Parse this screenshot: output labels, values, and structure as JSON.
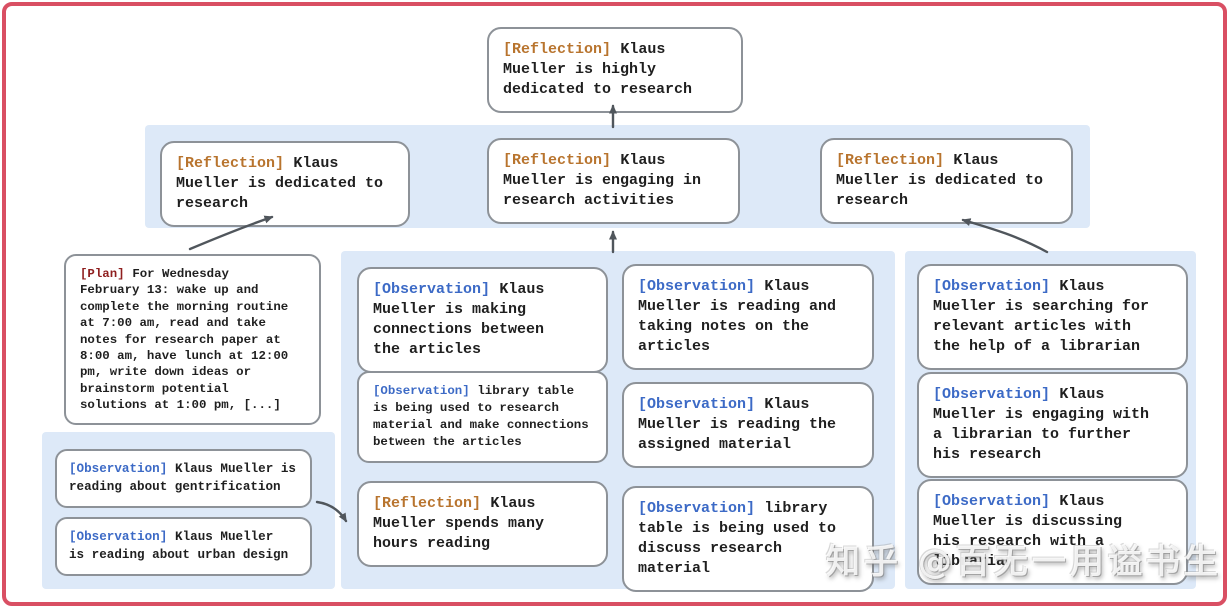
{
  "colors": {
    "frame_red": "#d94f63",
    "panel_blue": "#dde9f8",
    "box_border": "#8d9298",
    "reflection_tag": "#b8742e",
    "observation_tag": "#3c6ac6",
    "plan_tag": "#8f1f1f",
    "arrow": "#50565c",
    "body_text": "#1f1f1f"
  },
  "watermark": "知乎 @百无一用谥书生",
  "nodes": {
    "root": {
      "tag": "[Reflection]",
      "text": "Klaus\nMueller is highly\ndedicated to research"
    },
    "level2": [
      {
        "tag": "[Reflection]",
        "text": "Klaus\nMueller is dedicated to\nresearch"
      },
      {
        "tag": "[Reflection]",
        "text": "Klaus\nMueller is engaging in\nresearch activities"
      },
      {
        "tag": "[Reflection]",
        "text": "Klaus\nMueller is dedicated to\nresearch"
      }
    ],
    "plan": {
      "tag": "[Plan]",
      "text": "For Wednesday\nFebruary 13: wake up and\ncomplete the morning routine\nat 7:00 am, read and take\nnotes for research paper at\n8:00 am, have lunch at 12:00\npm, write down ideas or\nbrainstorm potential\nsolutions at 1:00 pm, [...]"
    },
    "left": [
      {
        "tag": "[Observation]",
        "text": "Klaus Mueller is\nreading about gentrification"
      },
      {
        "tag": "[Observation]",
        "text": "Klaus Mueller\nis reading about urban design"
      }
    ],
    "mid_col1": [
      {
        "tag": "[Observation]",
        "text": "Klaus\nMueller is making\nconnections between\nthe articles"
      },
      {
        "tag": "[Observation]",
        "text": "library table\nis being used to research\nmaterial and make connections\nbetween the articles"
      },
      {
        "tag": "[Reflection]",
        "text": "Klaus\nMueller spends many\nhours reading"
      }
    ],
    "mid_col2": [
      {
        "tag": "[Observation]",
        "text": "Klaus\nMueller is reading and\ntaking notes on the\narticles"
      },
      {
        "tag": "[Observation]",
        "text": "Klaus\nMueller is reading the\nassigned material"
      },
      {
        "tag": "[Observation]",
        "text": "library\ntable is being used to\ndiscuss research material"
      }
    ],
    "right": [
      {
        "tag": "[Observation]",
        "text": "Klaus\nMueller is searching for\nrelevant articles with\nthe help of a librarian"
      },
      {
        "tag": "[Observation]",
        "text": "Klaus\nMueller is engaging with\na librarian to further\nhis research"
      },
      {
        "tag": "[Observation]",
        "text": "Klaus\nMueller is discussing\nhis research with a\nlibrarian"
      }
    ]
  }
}
